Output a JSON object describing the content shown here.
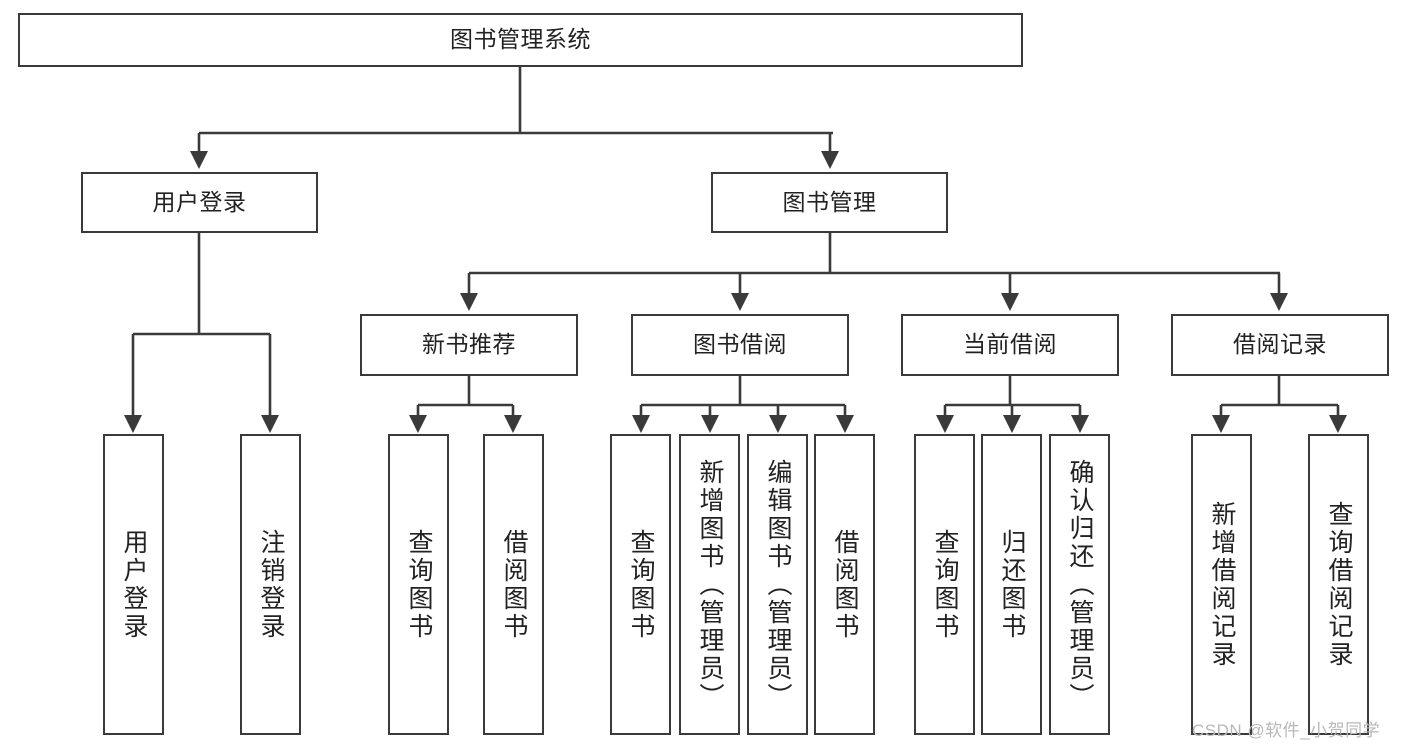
{
  "diagram": {
    "title": "图书管理系统",
    "type": "tree-structure-chart",
    "root": {
      "label": "图书管理系统"
    },
    "level1": [
      {
        "label": "用户登录"
      },
      {
        "label": "图书管理"
      }
    ],
    "level2": [
      {
        "label": "新书推荐"
      },
      {
        "label": "图书借阅"
      },
      {
        "label": "当前借阅"
      },
      {
        "label": "借阅记录"
      }
    ],
    "leaves": {
      "user_login": [
        {
          "label": "用户登录"
        },
        {
          "label": "注销登录"
        }
      ],
      "new_book_recommend": [
        {
          "label": "查询图书"
        },
        {
          "label": "借阅图书"
        }
      ],
      "book_borrow": [
        {
          "label": "查询图书"
        },
        {
          "label": "新增图书（管理员）"
        },
        {
          "label": "编辑图书（管理员）"
        },
        {
          "label": "借阅图书"
        }
      ],
      "current_borrow": [
        {
          "label": "查询图书"
        },
        {
          "label": "归还图书"
        },
        {
          "label": "确认归还（管理员）"
        }
      ],
      "borrow_record": [
        {
          "label": "新增借阅记录"
        },
        {
          "label": "查询借阅记录"
        }
      ]
    }
  },
  "watermark": {
    "text": "CSDN @软件_小贺同学"
  },
  "colors": {
    "stroke": "#3a3a3a",
    "fill": "#ffffff",
    "text": "#222222",
    "watermark": "#b8b8b8"
  }
}
